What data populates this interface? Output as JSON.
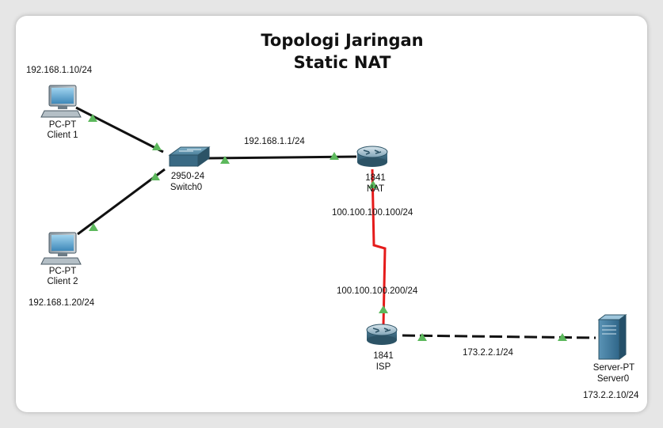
{
  "title": {
    "line1": "Topologi Jaringan",
    "line2": "Static NAT"
  },
  "colors": {
    "link_black": "#111111",
    "link_serial": "#e51b1b",
    "port_up": "#5cb85c"
  },
  "devices": {
    "client1": {
      "model": "PC-PT",
      "name": "Client 1",
      "ip": "192.168.1.10/24"
    },
    "client2": {
      "model": "PC-PT",
      "name": "Client 2",
      "ip": "192.168.1.20/24"
    },
    "switch0": {
      "model": "2950-24",
      "name": "Switch0"
    },
    "nat": {
      "model": "1841",
      "name": "NAT",
      "ip_lan": "192.168.1.1/24",
      "ip_wan": "100.100.100.100/24"
    },
    "isp": {
      "model": "1841",
      "name": "ISP",
      "ip_wan": "100.100.100.200/24",
      "ip_lan": "173.2.2.1/24"
    },
    "server0": {
      "model": "Server-PT",
      "name": "Server0",
      "ip": "173.2.2.10/24"
    }
  }
}
